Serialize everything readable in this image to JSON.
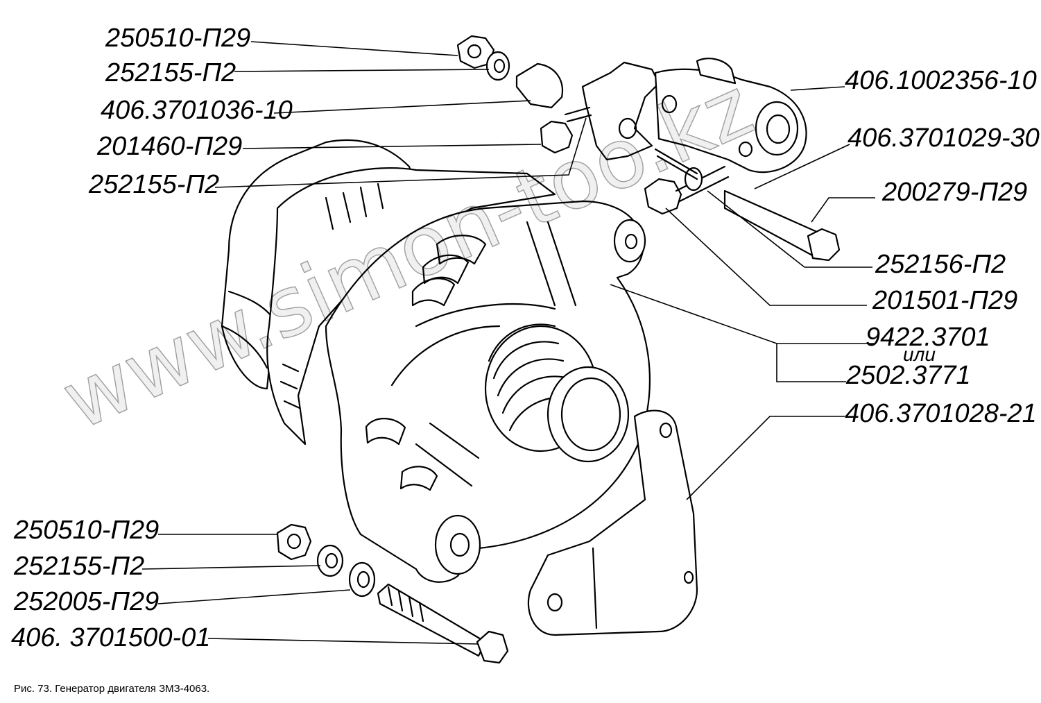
{
  "watermark": "www.simon-too.kz",
  "caption": "Рис. 73. Генератор двигателя ЗМЗ-4063.",
  "labels": {
    "l1": "250510-П29",
    "l2": "252155-П2",
    "l3": "406.3701036-10",
    "l4": "201460-П29",
    "l5": "252155-П2",
    "r1": "406.1002356-10",
    "r2": "406.3701029-30",
    "r3": "200279-П29",
    "r4": "252156-П2",
    "r5": "201501-П29",
    "r6a": "9422.3701",
    "r6or": "или",
    "r6b": "2502.3771",
    "r7": "406.3701028-21",
    "b1": "250510-П29",
    "b2": "252155-П2",
    "b3": "252005-П29",
    "b4": "406. 3701500-01"
  }
}
